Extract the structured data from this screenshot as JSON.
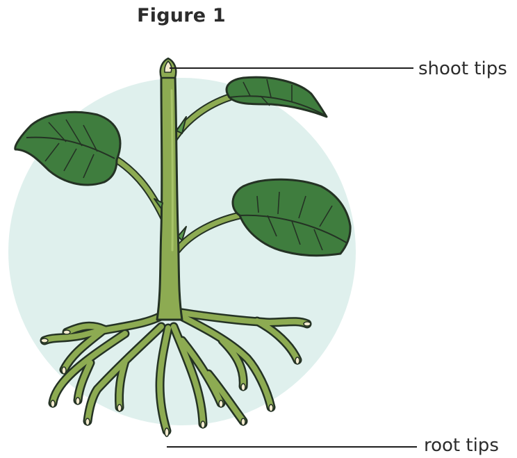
{
  "figure": {
    "title": "Figure 1",
    "labels": {
      "shoot_tips": "shoot tips",
      "root_tips": "root tips"
    }
  },
  "colors": {
    "background_circle": "#dff0ed",
    "stem": "#8dab52",
    "leaf": "#3f7d3e",
    "leaf_highlight": "#5a9a4e",
    "outline": "#243224",
    "tip": "#f4ebcf",
    "leader_line": "#1e1e1e"
  }
}
